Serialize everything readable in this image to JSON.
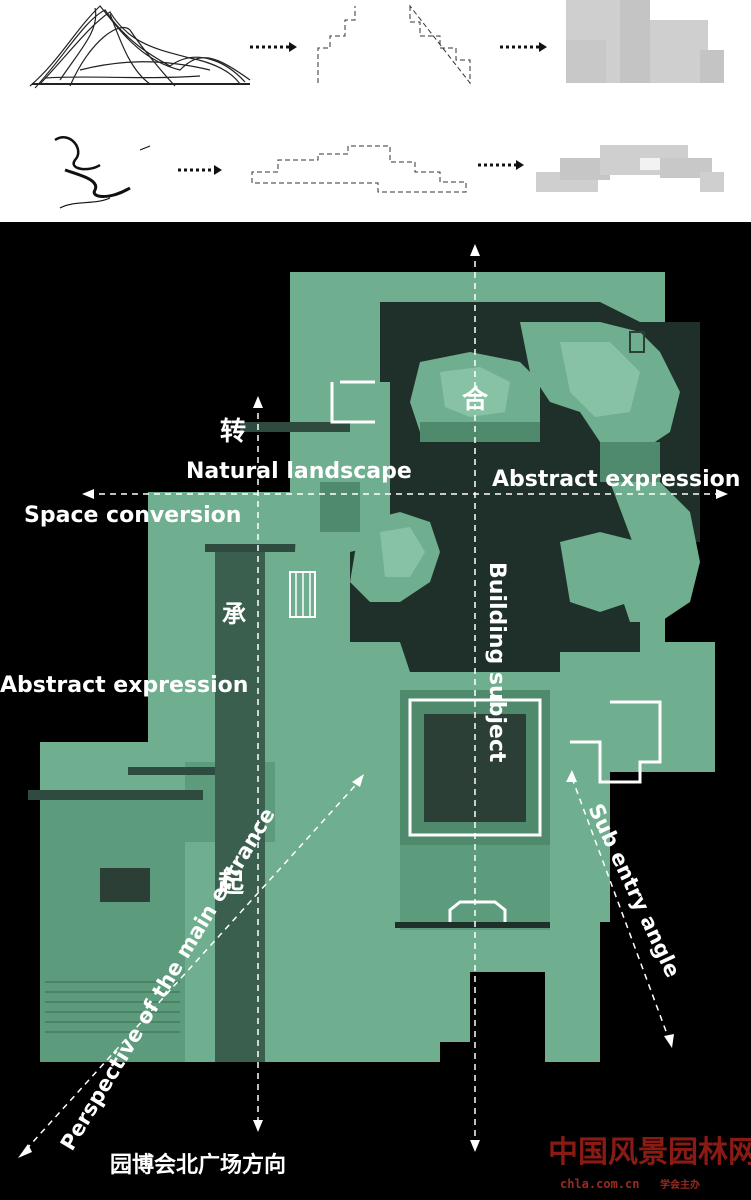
{
  "labels": {
    "natural_landscape": "Natural landscape",
    "abstract_expression_right": "Abstract expression",
    "space_conversion": "Space conversion",
    "abstract_expression_left": "Abstract expression",
    "building_subject": "Building subject",
    "sub_entry_angle": "Sub entry angle",
    "main_entrance": "Perspective of the main entrance",
    "north_square": "园博会北广场方向"
  },
  "stages": {
    "qi": "起",
    "cheng": "承",
    "zhuan": "转",
    "he": "合"
  },
  "watermark": {
    "title": "中国风景园林网",
    "url": "chla.com.cn",
    "seal": "学会主办"
  },
  "colors": {
    "background": "#000000",
    "plan_light": "#6fae8f",
    "plan_mid": "#4f8a6c",
    "plan_dark": "#1f302a",
    "sketch_grey": "#cfcfcf",
    "watermark_red": "#8a1a14"
  }
}
